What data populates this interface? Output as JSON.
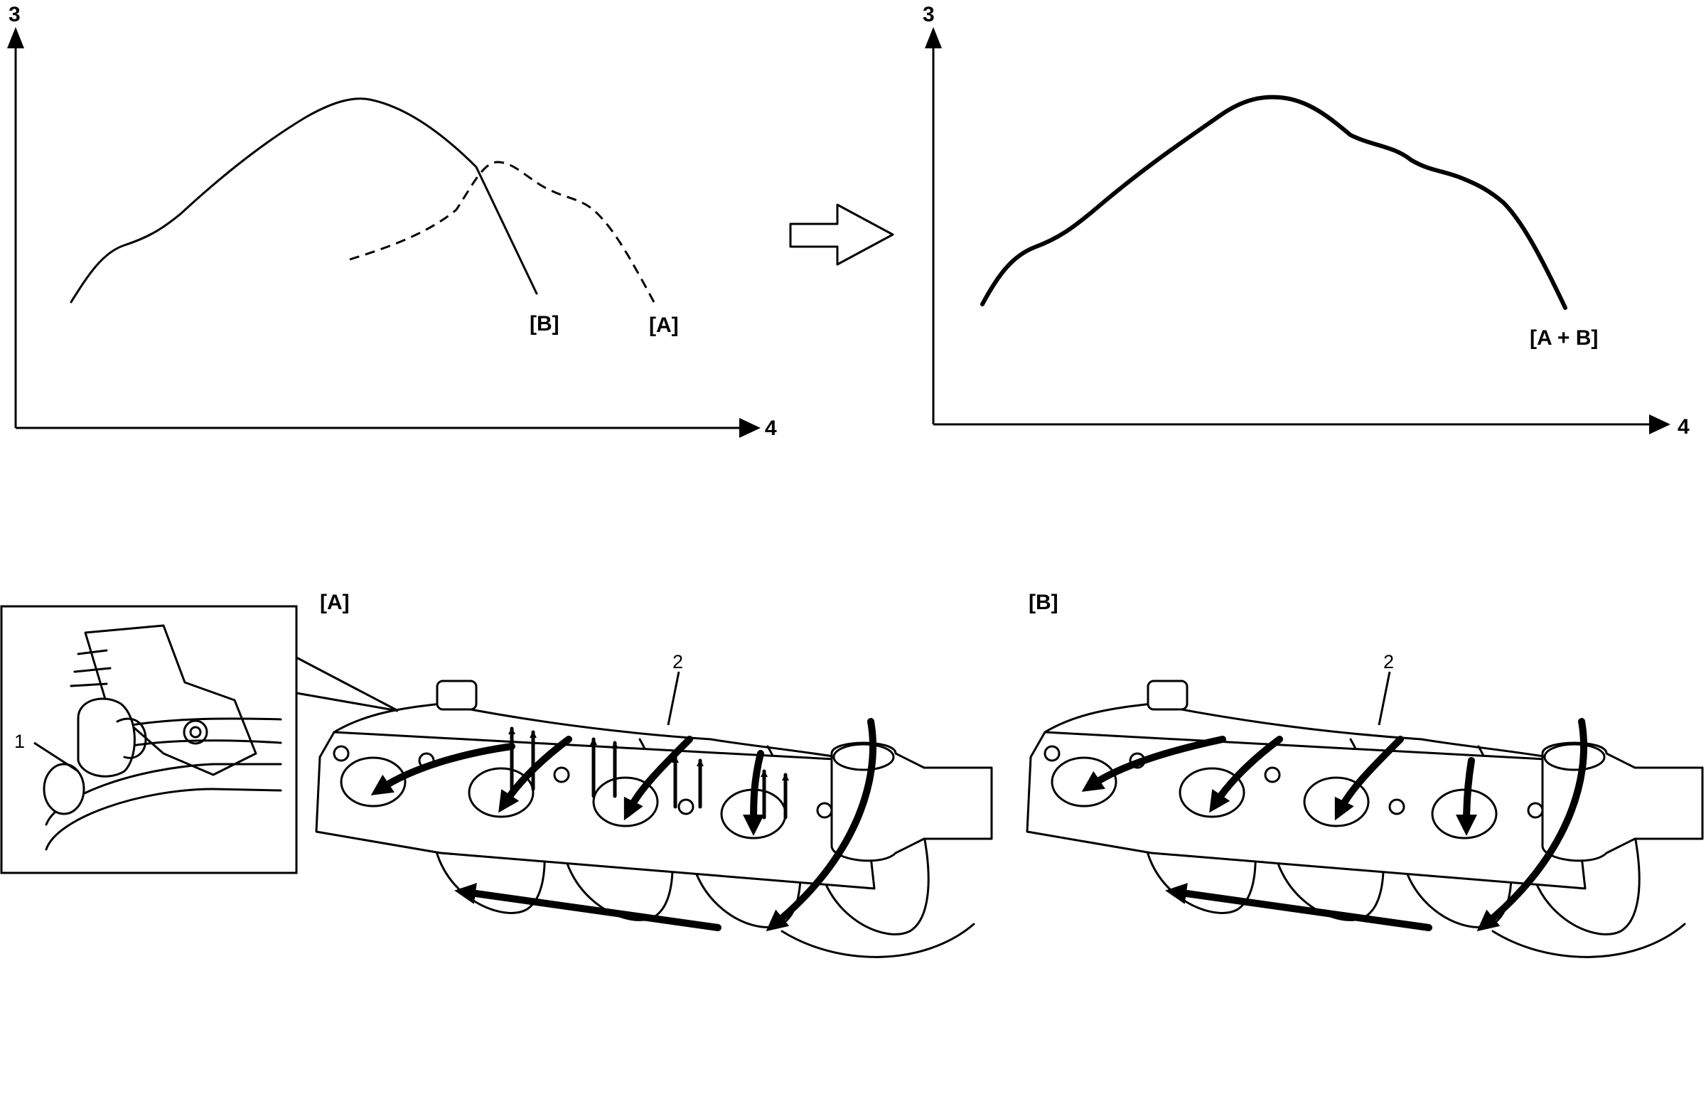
{
  "diagram": {
    "graph_left": {
      "y_axis_label": "3",
      "x_axis_label": "4",
      "curve_b_label": "[B]",
      "curve_a_label": "[A]"
    },
    "graph_right": {
      "y_axis_label": "3",
      "x_axis_label": "4",
      "curve_label": "[A + B]"
    },
    "manifold_a": {
      "label": "[A]",
      "part_label": "2"
    },
    "manifold_b": {
      "label": "[B]",
      "part_label": "2"
    },
    "inset": {
      "part_label": "1"
    }
  }
}
